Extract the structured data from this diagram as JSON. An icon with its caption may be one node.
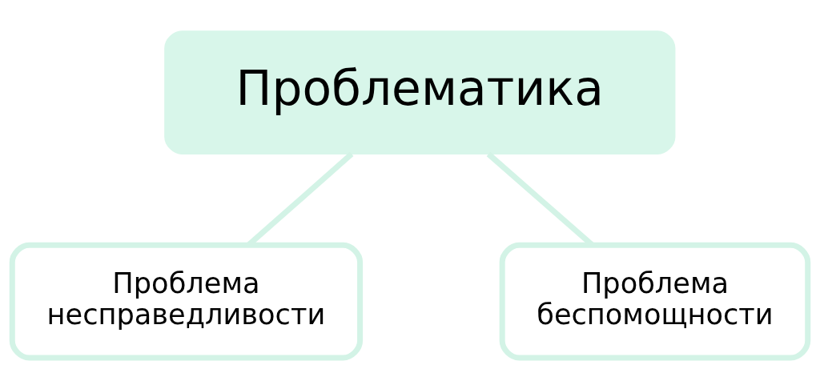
{
  "diagram": {
    "nodes": [
      {
        "text": [
          "Проблематика"
        ]
      },
      {
        "text": [
          "Проблема несправедливости"
        ]
      },
      {
        "text": [
          "Проблема беспомощности"
        ]
      }
    ],
    "edges": [
      {
        "from": 0,
        "to": 1,
        "arrow": "none"
      },
      {
        "from": 0,
        "to": 2,
        "arrow": "none"
      }
    ]
  }
}
